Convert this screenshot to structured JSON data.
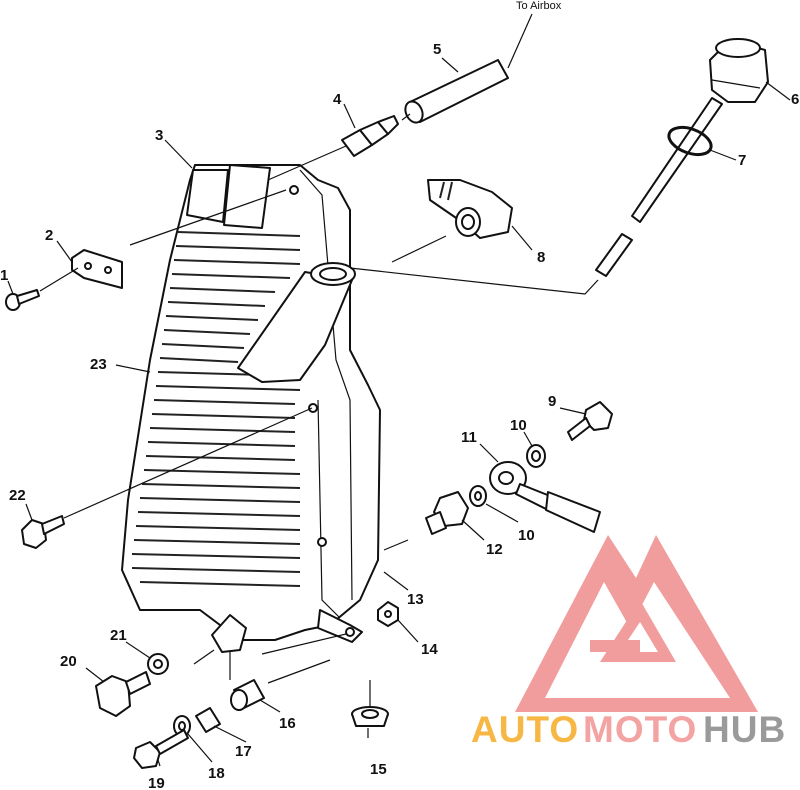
{
  "diagram": {
    "note": "To Airbox",
    "callouts": [
      "1",
      "2",
      "3",
      "4",
      "5",
      "6",
      "7",
      "8",
      "9",
      "10",
      "10",
      "11",
      "12",
      "13",
      "14",
      "15",
      "16",
      "17",
      "18",
      "19",
      "20",
      "21",
      "22",
      "23"
    ]
  },
  "watermark": {
    "word_auto": "AUTO",
    "word_moto": "MOTO",
    "word_hub": "HUB",
    "colors": {
      "logo": "#ef8a8a",
      "auto": "#f7b744",
      "moto": "#f4a3a3",
      "hub": "#9a9a9a"
    }
  }
}
